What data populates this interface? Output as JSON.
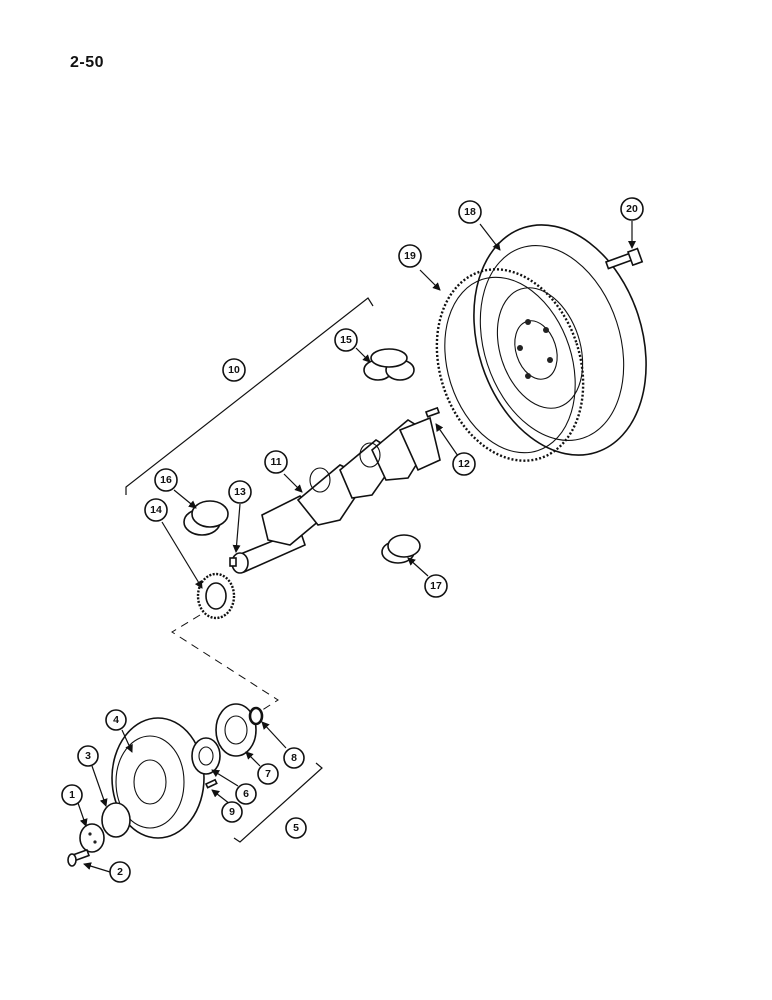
{
  "page": {
    "number": "2-50"
  },
  "callouts": [
    "1",
    "2",
    "3",
    "4",
    "5",
    "6",
    "7",
    "8",
    "9",
    "10",
    "11",
    "12",
    "13",
    "14",
    "15",
    "16",
    "17",
    "18",
    "19",
    "20"
  ],
  "colors": {
    "ink": "#111111",
    "paper": "#ffffff"
  }
}
